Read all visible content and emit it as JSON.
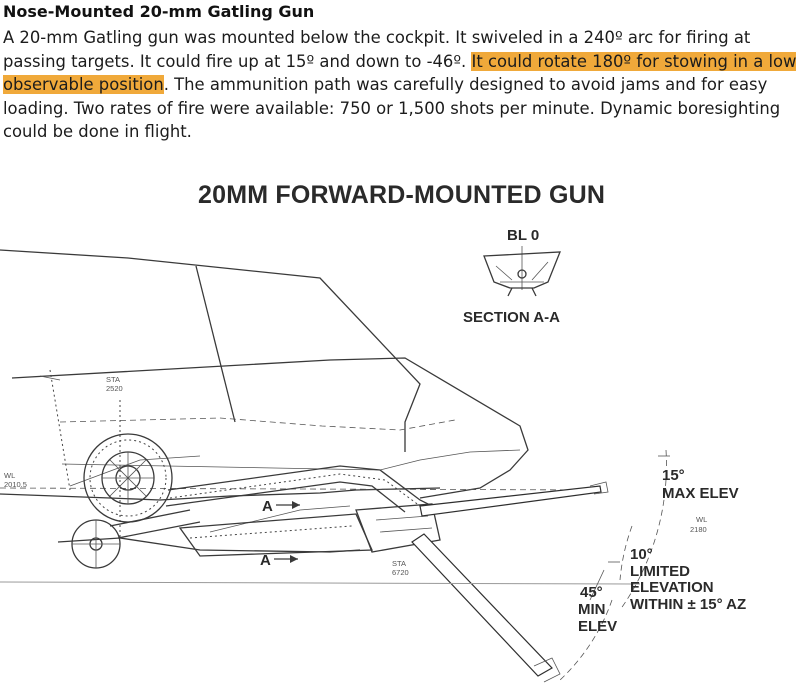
{
  "article": {
    "heading": "Nose-Mounted 20-mm Gatling Gun",
    "paragraph": {
      "line1": "A 20-mm Gatling gun was mounted below the cockpit.  It swiveled in a 240º arc for firing at",
      "line2_plain": "passing targets.  It could fire up at 15º and down to -46º. ",
      "line2_highlight": "It could rotate 180º for stowing in a low",
      "line3_highlight": "observable position",
      "line3_plain": ".  The ammunition path was carefully designed to avoid jams and for easy",
      "line4": "loading.  Two rates of fire were available: 750 or 1,500 shots per minute.  Dynamic boresighting",
      "line5": "could be done in flight."
    },
    "highlight_color": "#f0a93a"
  },
  "figure": {
    "title": "20MM FORWARD-MOUNTED GUN",
    "section_label": "SECTION A-A",
    "bl_label": "BL 0",
    "sta_upper": "STA\n2520",
    "sta_upper_l1": "STA",
    "sta_upper_l2": "2520",
    "sta_lower_l1": "STA",
    "sta_lower_l2": "6720",
    "wl_left_l1": "WL",
    "wl_left_l2": "2010.5",
    "wl_right_l1": "WL",
    "wl_right_l2": "2180",
    "section_marker_upper": "A",
    "section_marker_lower": "A",
    "max_elev_value": "15°",
    "max_elev_label": "MAX ELEV",
    "limited_value": "10°",
    "limited_l1": "LIMITED",
    "limited_l2": "ELEVATION",
    "limited_l3": "WITHIN ± 15° AZ",
    "min_elev_value": "45°",
    "min_elev_l1": "MIN",
    "min_elev_l2": "ELEV"
  }
}
